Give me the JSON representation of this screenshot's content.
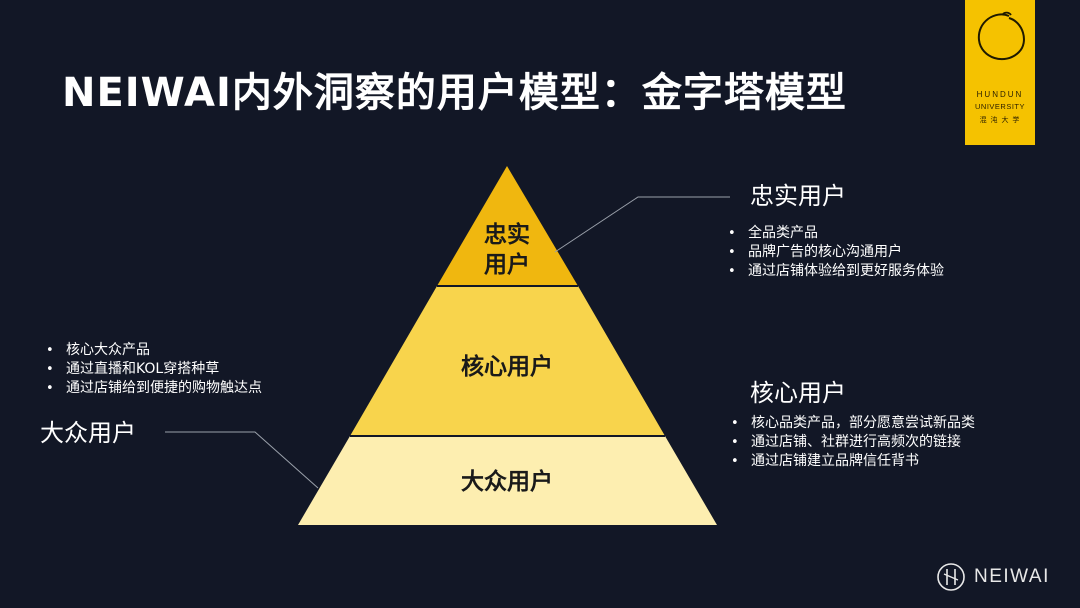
{
  "title": "NEIWAI内外洞察的用户模型：金字塔模型",
  "badge": {
    "line1": "HUNDUN",
    "line2": "UNIVERSITY",
    "line3": "混 沌 大 学",
    "color": "#f5c200"
  },
  "pyramid": {
    "tiers": [
      {
        "label": "忠实用户",
        "label_lines": [
          "忠实",
          "用户"
        ],
        "color": "#f0b70f"
      },
      {
        "label": "核心用户",
        "label_lines": [
          "核心用户"
        ],
        "color": "#f8d44c"
      },
      {
        "label": "大众用户",
        "label_lines": [
          "大众用户"
        ],
        "color": "#fdeeb0"
      }
    ]
  },
  "callouts": {
    "loyal": {
      "title": "忠实用户",
      "bullets": [
        "全品类产品",
        "品牌广告的核心沟通用户",
        "通过店铺体验给到更好服务体验"
      ]
    },
    "core": {
      "title": "核心用户",
      "bullets": [
        "核心品类产品，部分愿意尝试新品类",
        "通过店铺、社群进行高频次的链接",
        "通过店铺建立品牌信任背书"
      ]
    },
    "mass": {
      "title": "大众用户",
      "bullets": [
        "核心大众产品",
        "通过直播和KOL穿搭种草",
        "通过店铺给到便捷的购物触达点"
      ]
    }
  },
  "brand": {
    "wordmark": "NEIWAI"
  }
}
